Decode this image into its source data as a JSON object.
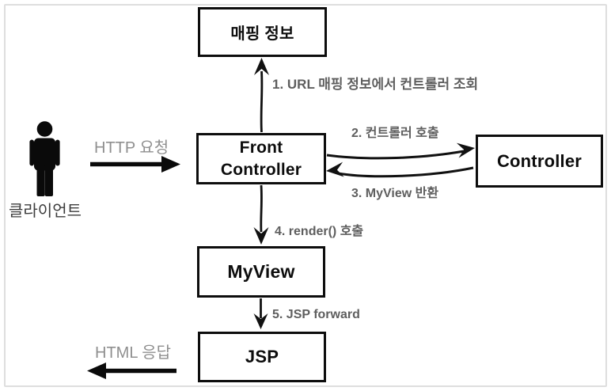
{
  "client": {
    "label": "클라이언트"
  },
  "boxes": {
    "mapping_info": {
      "label": "매핑 정보"
    },
    "front_controller": {
      "lines": [
        "Front",
        "Controller"
      ]
    },
    "controller": {
      "label": "Controller"
    },
    "my_view": {
      "label": "MyView"
    },
    "jsp": {
      "label": "JSP"
    }
  },
  "flows": {
    "http_request": "HTTP 요청",
    "html_response": "HTML 응답",
    "step1": "1. URL 매핑 정보에서 컨트롤러 조회",
    "step2": "2. 컨트롤러 호출",
    "step3": "3. MyView 반환",
    "step4": "4. render() 호출",
    "step5": "5. JSP forward"
  },
  "colors": {
    "box_border": "#0d0d0d",
    "frame_border": "#dedede",
    "arrow": "#111111",
    "step_label": "#5e5e5e",
    "io_label": "#8f8f8f",
    "client_label": "#3c3c3c"
  }
}
